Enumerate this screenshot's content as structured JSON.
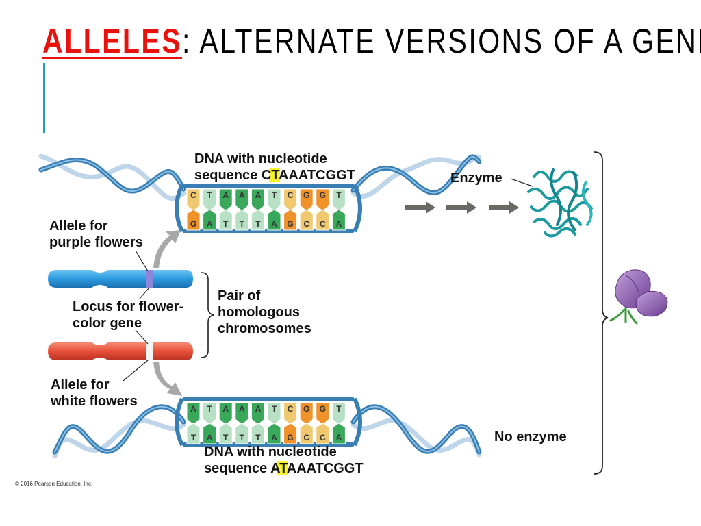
{
  "slide": {
    "title_key": "ALLELES",
    "title_rest": ": ALTERNATE VERSIONS OF A GENE"
  },
  "diagram": {
    "top_dna": {
      "label_line1": "DNA with nucleotide",
      "label_prefix": "sequence ",
      "label_highlight": "C",
      "label_suffix": "TAAATCGGT",
      "top_strand": [
        "C",
        "T",
        "A",
        "A",
        "A",
        "T",
        "C",
        "G",
        "G",
        "T"
      ],
      "bottom_strand": [
        "G",
        "A",
        "T",
        "T",
        "T",
        "A",
        "G",
        "C",
        "C",
        "A"
      ]
    },
    "bottom_dna": {
      "label_line1": "DNA with nucleotide",
      "label_prefix": "sequence ",
      "label_highlight": "A",
      "label_suffix": "TAAATCGGT",
      "top_strand": [
        "A",
        "T",
        "A",
        "A",
        "A",
        "T",
        "C",
        "G",
        "G",
        "T"
      ],
      "bottom_strand": [
        "T",
        "A",
        "T",
        "T",
        "T",
        "A",
        "G",
        "C",
        "C",
        "A"
      ]
    },
    "enzyme_label": "Enzyme",
    "no_enzyme_label": "No enzyme",
    "allele_purple": [
      "Allele for",
      "purple flowers"
    ],
    "locus": [
      "Locus for flower-",
      "color gene"
    ],
    "allele_white": [
      "Allele for",
      "white flowers"
    ],
    "pair": [
      "Pair of",
      "homologous",
      "chromosomes"
    ],
    "copyright": "© 2016 Pearson Education, Inc.",
    "colors": {
      "title_accent": "#e8120c",
      "bar_accent": "#1f9fc4",
      "purple_chromosome": "#2e9be0",
      "white_chromosome": "#e8503a",
      "helix": "#3a7fb4",
      "A_base": "#3aa85a",
      "T_base": "#b8e0c4",
      "C_base": "#f0c870",
      "G_base": "#f0922a",
      "highlight": "#f7f22a",
      "enzyme": "#1d9aa0",
      "flower": "#8a5cb0"
    }
  }
}
